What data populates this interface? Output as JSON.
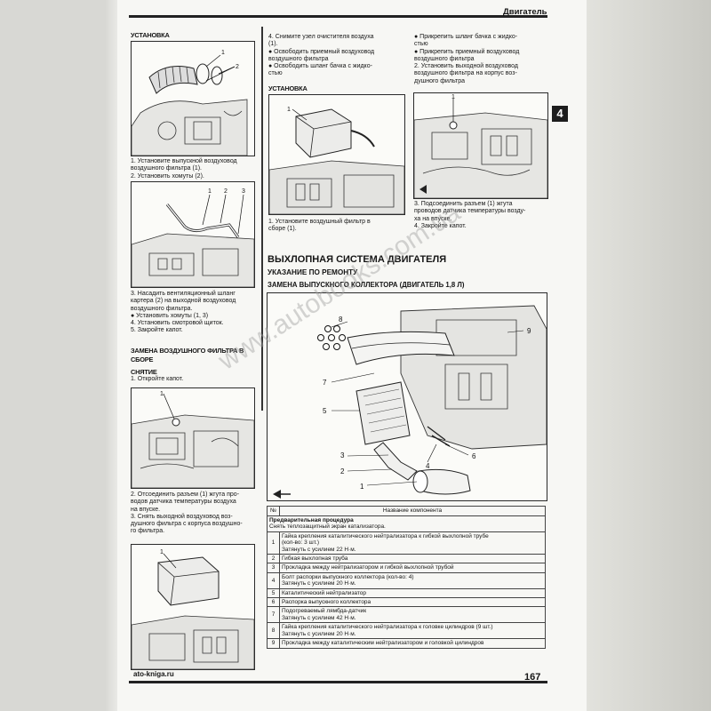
{
  "header": {
    "section": "Двигатель",
    "chapter": "4"
  },
  "footer": {
    "site": "ato-kniga.ru",
    "page": "167"
  },
  "watermark": "www.autobooks.com.ua",
  "left_column": {
    "install_heading": "УСТАНОВКА",
    "fig1_callouts": [
      "1",
      "2"
    ],
    "steps_a": [
      "1.  Установите выпускной воздуховод",
      "     воздушного фильтра (1).",
      "2.  Установить хомуты (2)."
    ],
    "fig2_callouts": [
      "1",
      "2",
      "3"
    ],
    "steps_b": [
      "3.  Насадить вентиляционный шланг",
      "     картера (2) на выходной воздуховод",
      "     воздушного фильтра.",
      "●  Установить хомуты (1, 3)",
      "4.  Установить смотровой щиток.",
      "5.  Закройте капот."
    ],
    "replace_heading_1": "ЗАМЕНА ВОЗДУШНОГО ФИЛЬТРА В",
    "replace_heading_2": "СБОРЕ",
    "removal_heading": "СНЯТИЕ",
    "removal_step": "1.  Откройте капот.",
    "fig3_callouts": [
      "1"
    ],
    "steps_c": [
      "2.  Отсоединить разъем (1) жгута про-",
      "     водов датчика температуры воздуха",
      "     на впуске.",
      "3.  Снять выходной воздуховод воз-",
      "     душного фильтра с корпуса воздушно-",
      "     го фильтра."
    ]
  },
  "middle_column": {
    "steps_top": [
      "4.  Снимите узел очистителя воздуха",
      "     (1).",
      "●  Освободить приемный воздуховод",
      "     воздушного фильтра",
      "●  Освободить шланг бачка с жидко-",
      "     стью"
    ],
    "install_heading": "УСТАНОВКА",
    "fig_callouts": [
      "1"
    ],
    "steps_bottom": [
      "1.  Установите воздушный фильтр в",
      "     сборе (1)."
    ]
  },
  "right_column": {
    "steps_top": [
      "●  Прикрепить шланг бачка с жидко-",
      "     стью",
      "●  Прикрепить приемный воздуховод",
      "     воздушного фильтра",
      "2.  Установить выходной воздуховод",
      "     воздушного фильтра на корпус воз-",
      "     душного фильтра"
    ],
    "fig_callouts": [
      "1"
    ],
    "steps_bottom": [
      "3.  Подсоединить разъем (1) жгута",
      "     проводов датчика температуры возду-",
      "     ха на впуске.",
      "4.  Закройте капот."
    ]
  },
  "exhaust": {
    "title": "ВЫХЛОПНАЯ СИСТЕМА ДВИГАТЕЛЯ",
    "subtitle": "УКАЗАНИЕ ПО РЕМОНТУ",
    "procedure": "ЗАМЕНА ВЫПУСКНОГО КОЛЛЕКТОРА (ДВИГАТЕЛЬ 1,8 Л)",
    "fig_callouts": [
      "8",
      "9",
      "7",
      "5",
      "6",
      "4",
      "3",
      "2",
      "1"
    ]
  },
  "components_table": {
    "headers": [
      "№",
      "Название компонента"
    ],
    "prelim_title": "Предварительная процедура",
    "prelim_text": "Снять теплозащитный экран катализатора.",
    "rows": [
      {
        "n": "1",
        "lines": [
          "Гайка крепления каталитического нейтрализатора к гибкой выхлопной трубе",
          "(кол-во: 3 шт.)",
          "Затянуть с усилием 22 Н·м."
        ]
      },
      {
        "n": "2",
        "lines": [
          "Гибкая выхлопная труба"
        ]
      },
      {
        "n": "3",
        "lines": [
          "Прокладка между нейтрализатором и гибкой выхлопной трубой"
        ]
      },
      {
        "n": "4",
        "lines": [
          "Болт распорки выпускного коллектора (кол-во: 4)",
          "Затянуть с усилием 20 Н·м."
        ]
      },
      {
        "n": "5",
        "lines": [
          "Каталитический нейтрализатор"
        ]
      },
      {
        "n": "6",
        "lines": [
          "Распорка выпускного коллектора"
        ]
      },
      {
        "n": "7",
        "lines": [
          "Подогреваемый лямбда-датчик",
          "Затянуть с усилием 42 Н·м."
        ]
      },
      {
        "n": "8",
        "lines": [
          "Гайка крепления каталитического нейтрализатора к головке цилиндров (9 шт.)",
          "Затянуть с усилием 20 Н·м."
        ]
      },
      {
        "n": "9",
        "lines": [
          "Прокладка между каталитическим нейтрализатором и головкой цилиндров"
        ]
      }
    ]
  }
}
